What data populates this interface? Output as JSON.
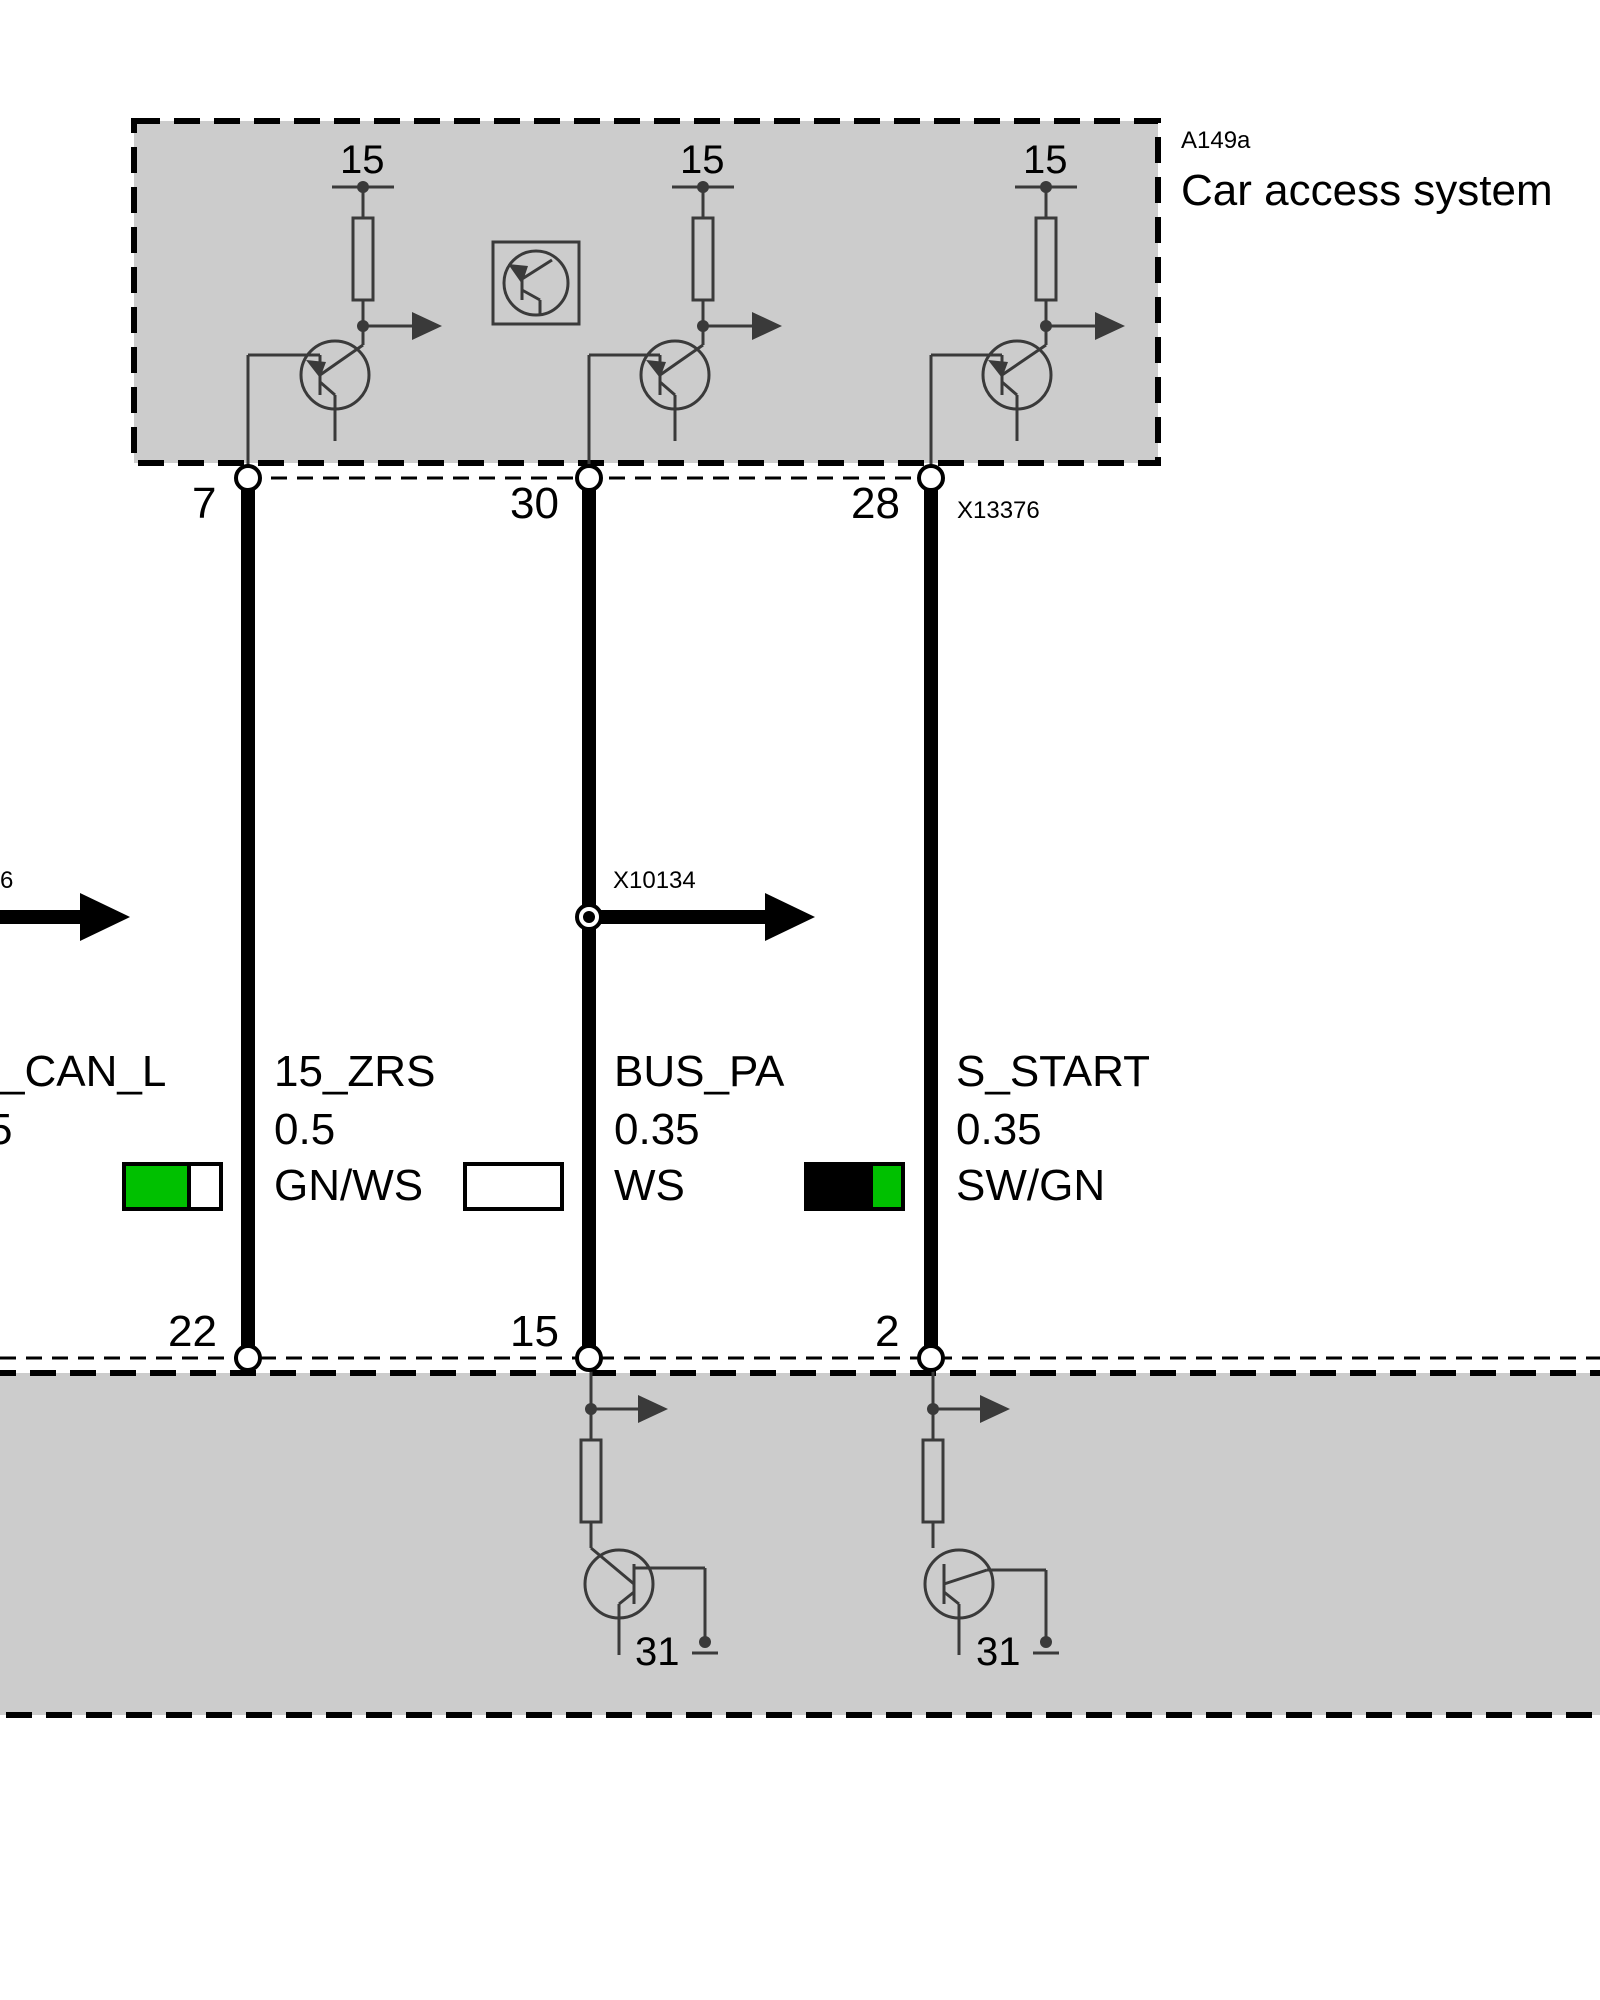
{
  "module_top": {
    "id": "A149a",
    "name": "Car access system",
    "connector": "X13376",
    "fill_color": "#cccccc",
    "supply_labels": [
      "15",
      "15",
      "15"
    ]
  },
  "splice": {
    "id": "X10134",
    "left_partial_label": "6"
  },
  "module_bottom": {
    "fill_color": "#cccccc",
    "ground_labels": [
      "31",
      "31"
    ]
  },
  "left_partial_wire": {
    "signal": "_CAN_L",
    "cross_section": "5"
  },
  "wires": [
    {
      "signal": "15_ZRS",
      "cross_section": "0.5",
      "color_code": "GN/WS",
      "top_pin": "7",
      "bottom_pin": "22",
      "swatch_colors": [
        "#00c000",
        "#ffffff"
      ]
    },
    {
      "signal": "BUS_PA",
      "cross_section": "0.35",
      "color_code": "WS",
      "top_pin": "30",
      "bottom_pin": "15",
      "swatch_colors": [
        "#ffffff"
      ]
    },
    {
      "signal": "S_START",
      "cross_section": "0.35",
      "color_code": "SW/GN",
      "top_pin": "28",
      "bottom_pin": "2",
      "swatch_colors": [
        "#000000",
        "#00c000"
      ]
    }
  ],
  "icons": [
    "transistor-symbol-icon",
    "arrow-icon",
    "resistor-icon",
    "ground-icon"
  ]
}
